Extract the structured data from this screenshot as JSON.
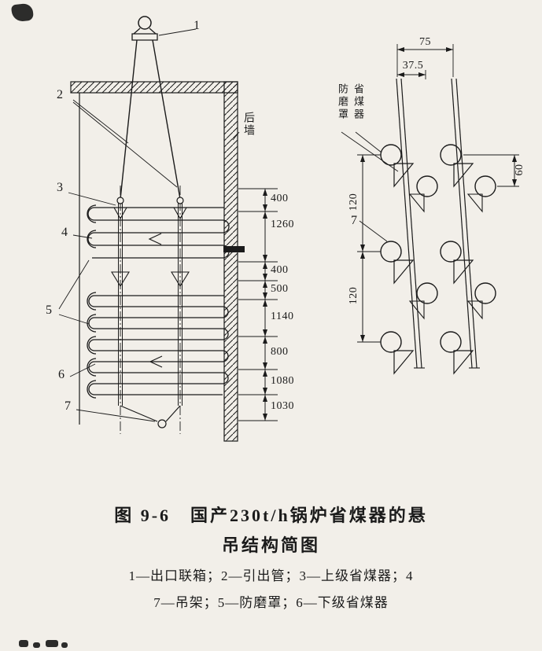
{
  "colors": {
    "paper": "#f2efe9",
    "ink": "#1b1b1b"
  },
  "caption": {
    "line1": "图 9-6　国产230t/h锅炉省煤器的悬",
    "line2": "吊结构简图"
  },
  "legend": {
    "line1": "1—出口联箱；2—引出管；3—上级省煤器；4",
    "line2": "7—吊架；5—防磨罩；6—下级省煤器"
  },
  "left_view": {
    "wall_label": "后墙",
    "part_labels": {
      "p1": "1",
      "p2": "2",
      "p3": "3",
      "p4": "4",
      "p5": "5",
      "p6": "6",
      "p7": "7"
    },
    "dims": [
      "400",
      "1260",
      "400",
      "500",
      "1140",
      "800",
      "1080",
      "1030"
    ]
  },
  "right_view": {
    "labels": {
      "wear_cover": "防磨罩",
      "economizer": "省煤器",
      "p7": "7"
    },
    "dims": {
      "d75": "75",
      "d37_5": "37.5",
      "d120a": "120",
      "d120b": "120",
      "d60": "60"
    }
  }
}
